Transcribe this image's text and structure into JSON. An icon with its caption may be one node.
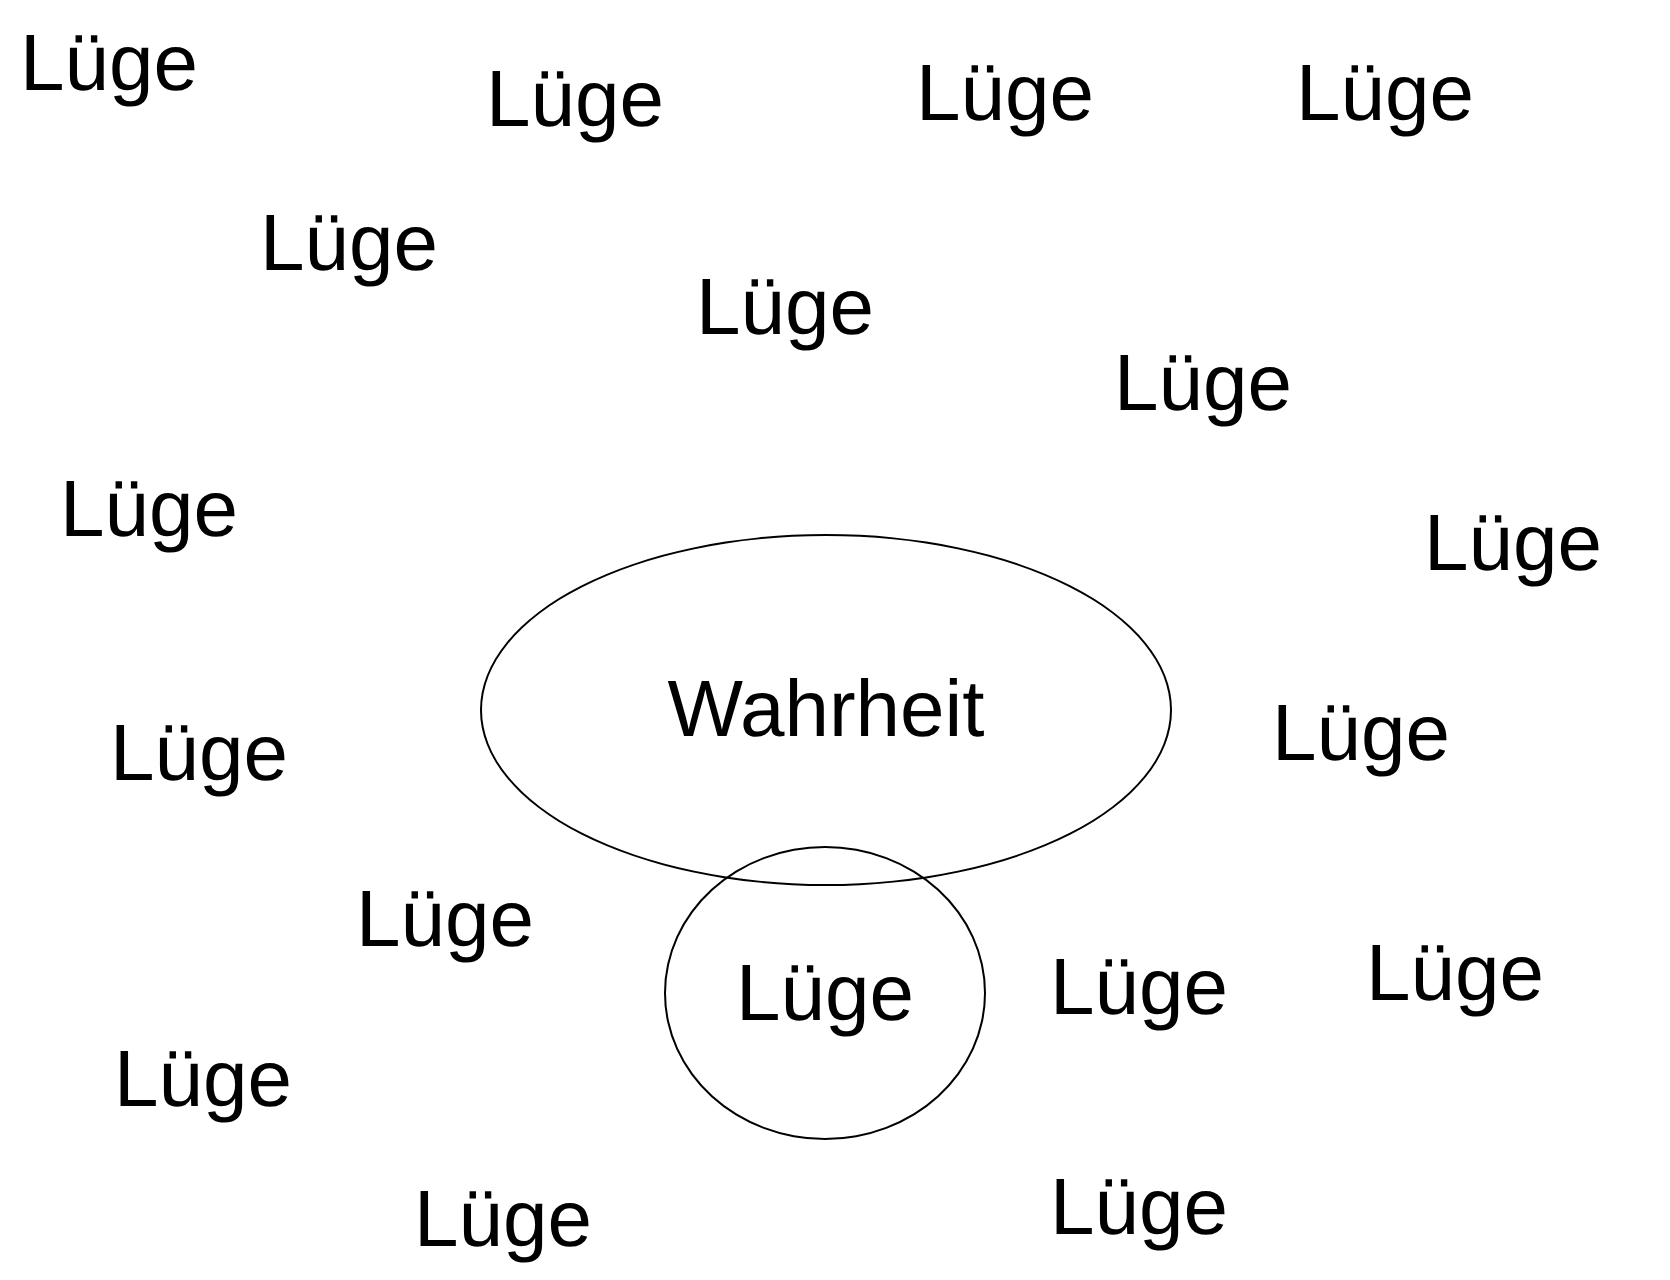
{
  "diagram": {
    "nodes": [
      {
        "text": [
          "Wahrheit"
        ]
      },
      {
        "text": [
          "Lüge"
        ]
      }
    ],
    "edges": [],
    "labels": [
      "Lüge",
      "Lüge",
      "Lüge",
      "Lüge",
      "Lüge",
      "Lüge",
      "Lüge",
      "Lüge",
      "Lüge",
      "Lüge",
      "Lüge",
      "Lüge",
      "Lüge",
      "Lüge",
      "Lüge",
      "Lüge",
      "Lüge"
    ]
  }
}
